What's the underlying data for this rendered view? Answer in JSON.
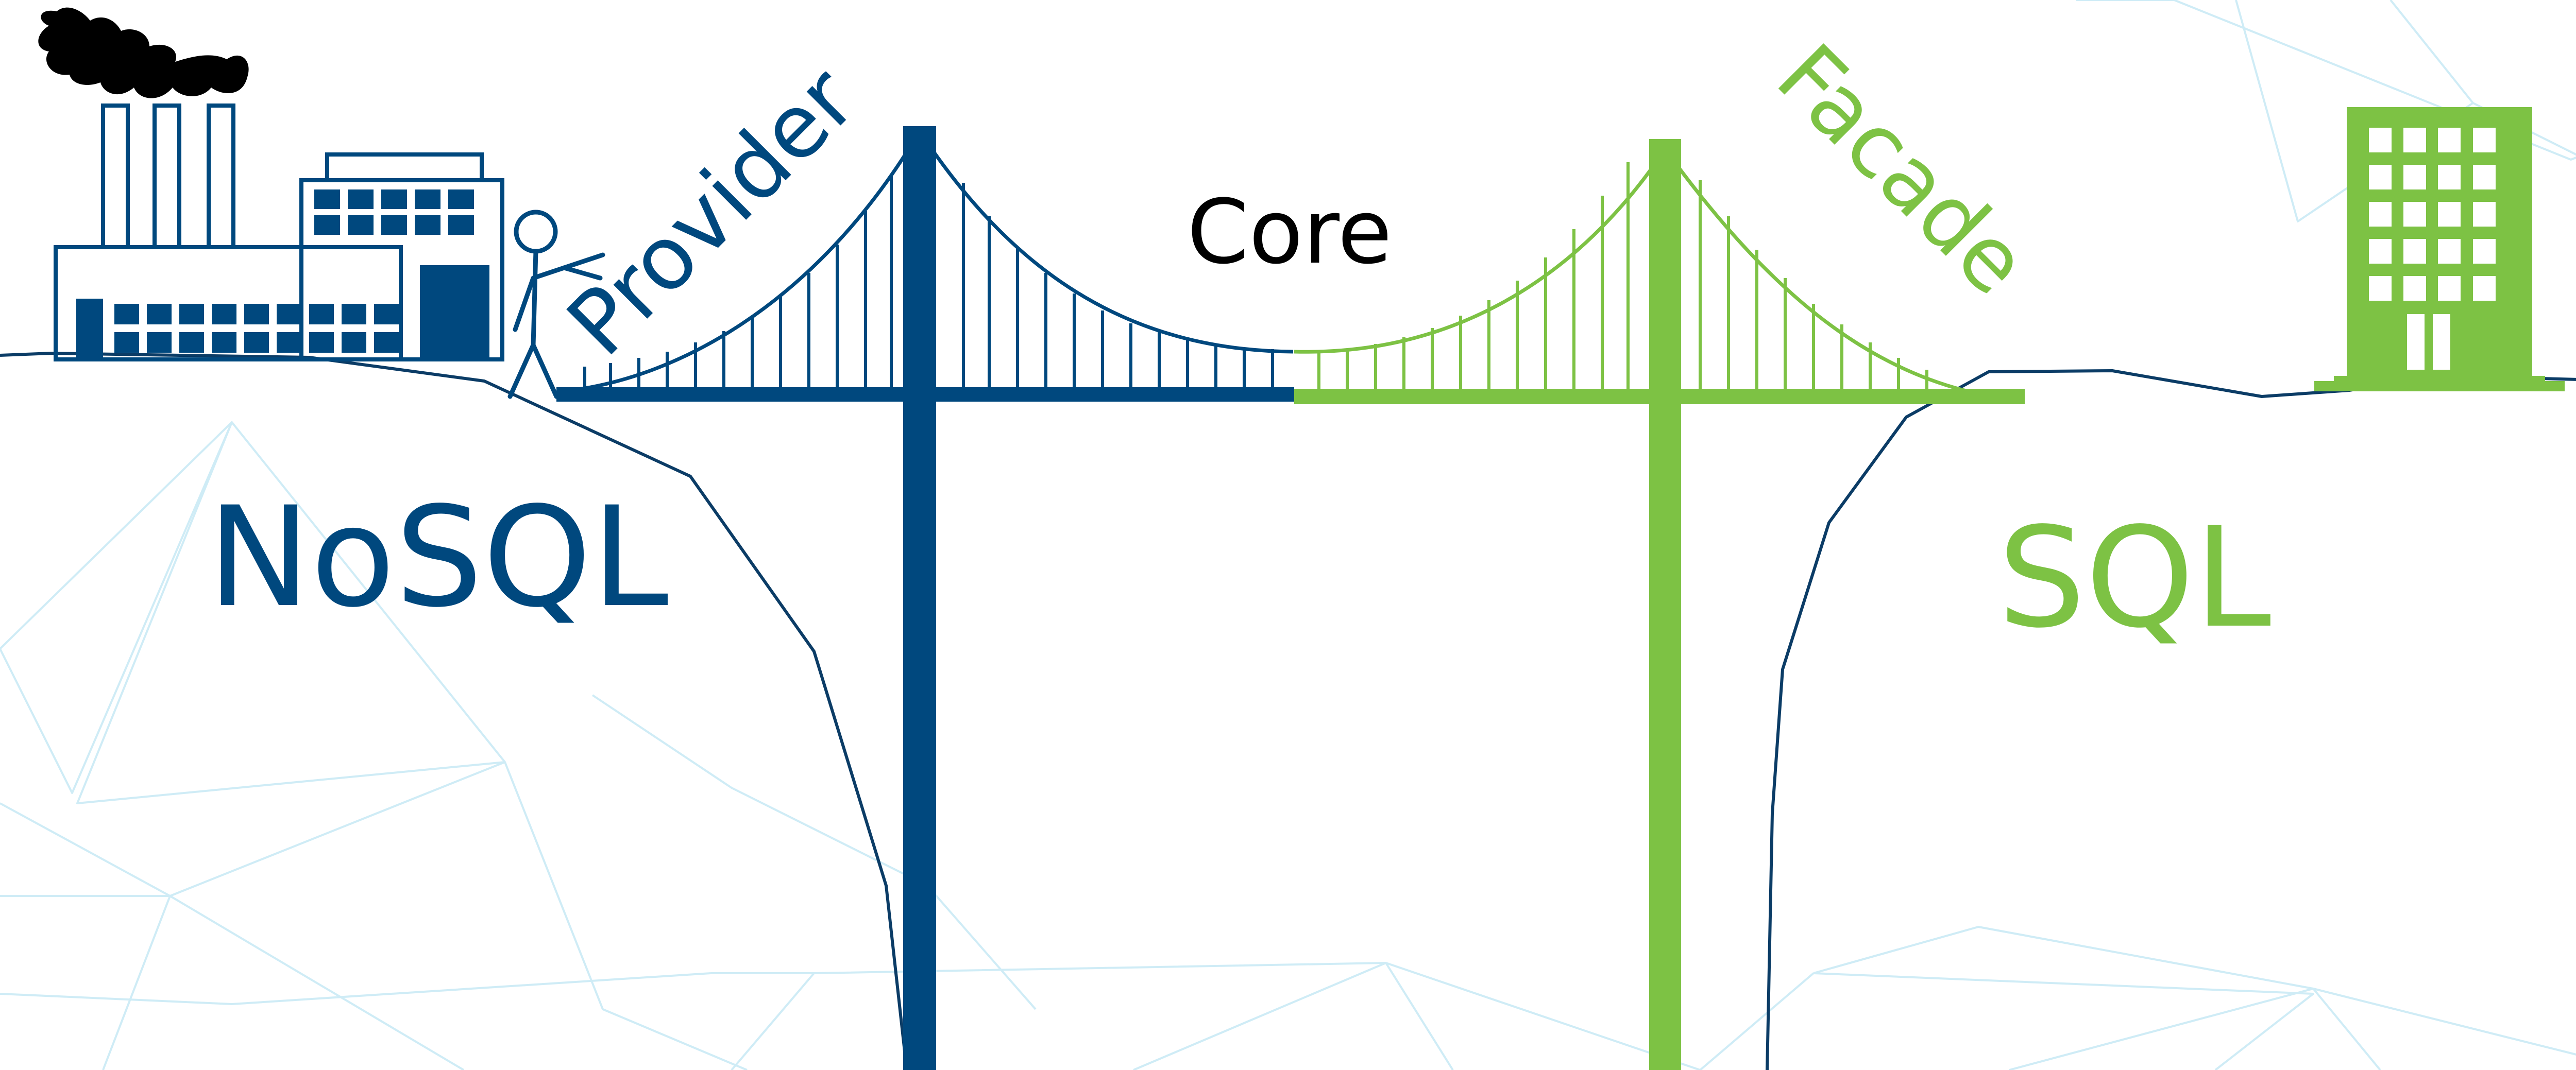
{
  "labels": {
    "provider": "Provider",
    "core": "Core",
    "facade": "Facade",
    "nosql": "NoSQL",
    "sql": "SQL"
  },
  "colors": {
    "nosql_blue": "#00487E",
    "sql_green": "#7DC244",
    "core_text": "#000000",
    "background_mesh": "#5FC0E0"
  },
  "icons": {
    "left": "factory-icon",
    "figure": "stick-figure-icon",
    "right": "office-building-icon"
  }
}
